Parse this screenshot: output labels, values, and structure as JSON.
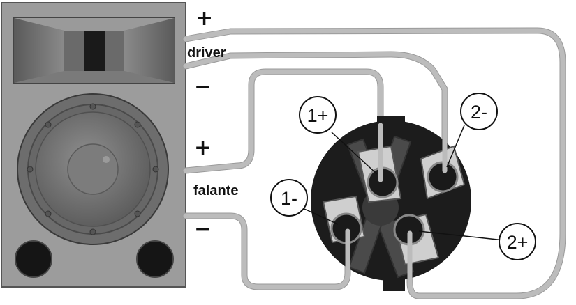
{
  "labels": {
    "driver_plus": "+",
    "driver_name": "driver",
    "driver_minus": "−",
    "woofer_plus": "+",
    "woofer_name": "falante",
    "woofer_minus": "−"
  },
  "pins": {
    "p1_plus": "1+",
    "p1_minus": "1-",
    "p2_plus": "2+",
    "p2_minus": "2-"
  },
  "colors": {
    "cabinet": "#9c9c9c",
    "wire": "#bcbcbc",
    "connector": "#1c1c1c",
    "contact": "#cfcfcf"
  }
}
